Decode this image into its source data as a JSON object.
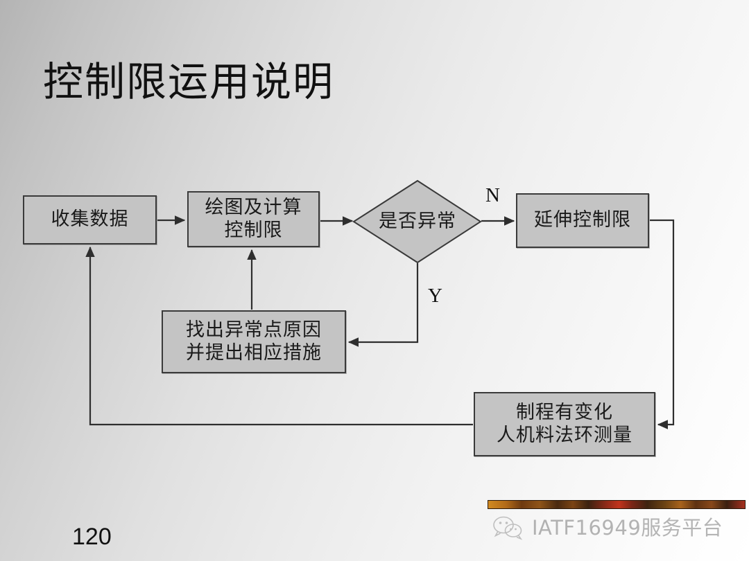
{
  "slide": {
    "title": "控制限运用说明",
    "page_number": "120",
    "background_gradient": [
      "#b4b4b4",
      "#ffffff"
    ]
  },
  "flowchart": {
    "node_fill": "#c4c4c4",
    "node_border": "#3a3a3a",
    "connector_color": "#3a3a3a",
    "nodes": [
      {
        "id": "collect",
        "shape": "rect",
        "label": "收集数据"
      },
      {
        "id": "plot",
        "shape": "rect",
        "label_line1": "绘图及计算",
        "label_line2": "控制限"
      },
      {
        "id": "decision",
        "shape": "diamond",
        "label": "是否异常"
      },
      {
        "id": "extend",
        "shape": "rect",
        "label": "延伸控制限"
      },
      {
        "id": "cause",
        "shape": "rect",
        "label_line1": "找出异常点原因",
        "label_line2": "并提出相应措施"
      },
      {
        "id": "change",
        "shape": "rect",
        "label_line1": "制程有变化",
        "label_line2": "人机料法环测量"
      }
    ],
    "branch_labels": {
      "no": "N",
      "yes": "Y"
    }
  },
  "footer": {
    "brand_text": "IATF16949服务平台",
    "wechat_icon": "wechat-icon",
    "bar_colors": [
      "#d08a22",
      "#c0341c",
      "#3c2210"
    ]
  }
}
